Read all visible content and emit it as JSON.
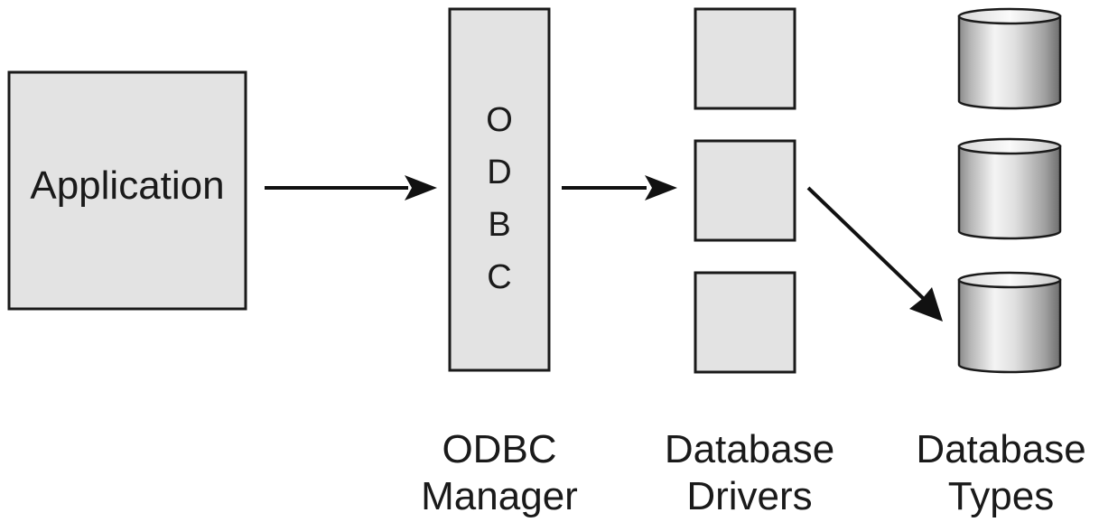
{
  "application": {
    "label": "Application"
  },
  "odbc_manager": {
    "letters": [
      "O",
      "D",
      "B",
      "C"
    ],
    "caption": [
      "ODBC",
      "Manager"
    ]
  },
  "database_drivers": {
    "caption": [
      "Database",
      "Drivers"
    ],
    "count": 3
  },
  "database_types": {
    "caption": [
      "Database",
      "Types"
    ],
    "count": 3
  },
  "colors": {
    "box_fill": "#e3e3e3",
    "stroke": "#1a1a1a",
    "cylinder_light": "#f2f2f2",
    "cylinder_dark": "#7a7a7a"
  }
}
